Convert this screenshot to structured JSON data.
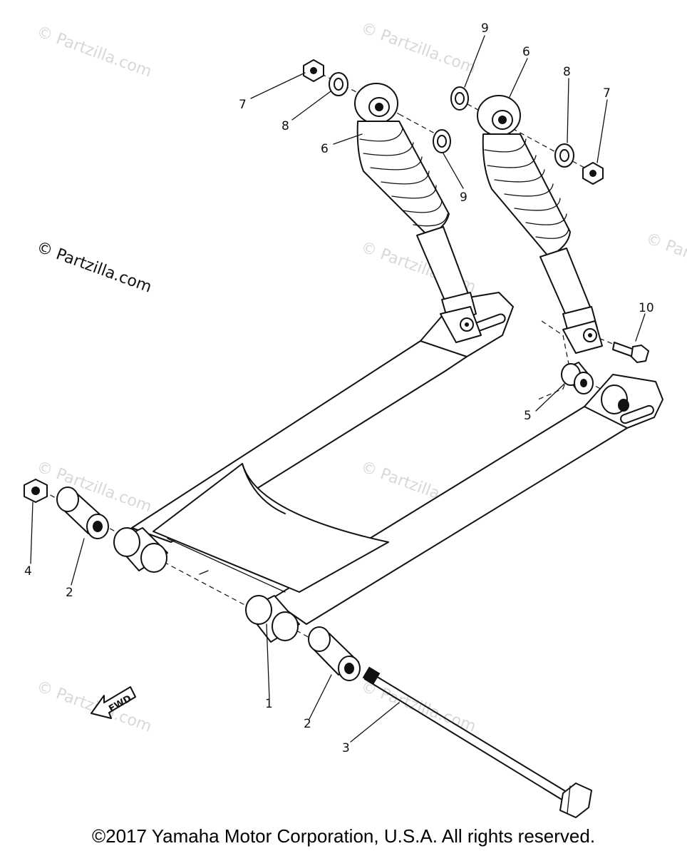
{
  "watermarks": [
    "© Partzilla.com",
    "© Partzilla.com",
    "© Partzilla.com",
    "© Partzilla.com",
    "© Partzilla.com",
    "© Partzilla.com",
    "© Partzilla.com",
    "© Partzilla.com",
    "© Partzilla.com"
  ],
  "callouts": {
    "n1": "1",
    "n2a": "2",
    "n2b": "2",
    "n3": "3",
    "n4": "4",
    "n5": "5",
    "n6a": "6",
    "n6b": "6",
    "n7a": "7",
    "n7b": "7",
    "n8a": "8",
    "n8b": "8",
    "n9a": "9",
    "n9b": "9",
    "n10": "10"
  },
  "fwd_label": "FWD",
  "copyright": "©2017 Yamaha Motor Corporation, U.S.A. All rights reserved."
}
